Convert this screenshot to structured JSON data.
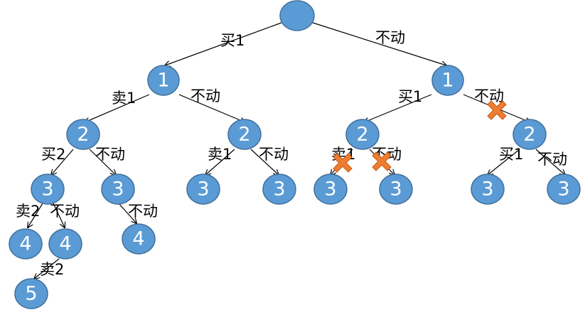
{
  "colors": {
    "node_fill": "#5b9bd5",
    "node_stroke": "#41719c",
    "edge": "#000000",
    "cross": "#ed7d31"
  },
  "nodes": {
    "root": "",
    "l1_left": "1",
    "l1_right": "1",
    "l2_a": "2",
    "l2_b": "2",
    "l2_c": "2",
    "l2_d": "2",
    "l3_a": "3",
    "l3_b": "3",
    "l3_c": "3",
    "l3_d": "3",
    "l3_e": "3",
    "l3_f": "3",
    "l3_g": "3",
    "l3_h": "3",
    "l4_a": "4",
    "l4_b": "4",
    "l4_c": "4",
    "l5_a": "5"
  },
  "labels": {
    "root_left": "买1",
    "root_right": "不动",
    "l1L_left": "卖1",
    "l1L_right": "不动",
    "l1R_left": "买1",
    "l1R_right": "不动",
    "l2a_left": "买2",
    "l2a_right": "不动",
    "l2b_left": "卖1",
    "l2b_right": "不动",
    "l2c_left": "卖1",
    "l2c_right": "不动",
    "l2d_left": "买1",
    "l2d_right": "不动",
    "l3a_left": "卖2",
    "l3a_right": "不动",
    "l3b_right": "不动",
    "l4b_left": "卖2"
  },
  "pruned_icon": "cross-icon"
}
